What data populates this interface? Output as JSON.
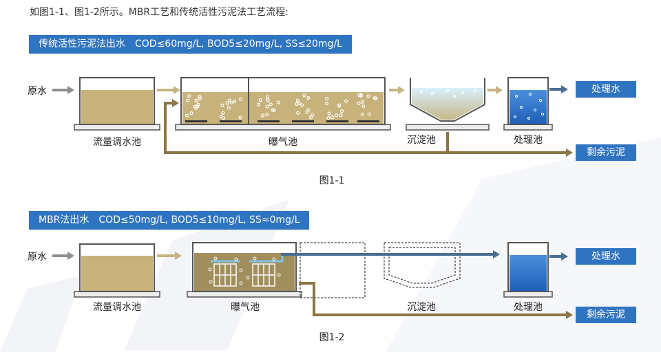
{
  "intro": "如图1-1、图1-2所示。MBR工艺和传统活性污泥法工艺流程:",
  "fig1": {
    "banner": "传统活性污泥法出水　COD≤60mg/L,  BOD5≤20mg/L,  SS≤20mg/L",
    "raw_water": "原水",
    "tank_equalization": "流量调水池",
    "tank_aeration": "曝气池",
    "tank_sedimentation": "沉淀池",
    "tank_treatment": "处理池",
    "out_treated": "处理水",
    "out_sludge": "剩余污泥",
    "caption": "图1-1"
  },
  "fig2": {
    "banner": "MBR法出水　COD≤50mg/L,  BOD5≤10mg/L,  SS≈0mg/L",
    "raw_water": "原水",
    "tank_equalization": "流量调水池",
    "tank_aeration": "曝气池",
    "tank_sedimentation": "沉淀池",
    "tank_treatment": "处理池",
    "out_treated": "处理水",
    "out_sludge": "剩余污泥",
    "caption": "图1-2"
  },
  "colors": {
    "banner_blue": "#2f74c0",
    "sludge_khaki": "#c6b27a",
    "pipe_brown": "#8c7545",
    "water_blue": "#2f6fc9",
    "arrow_grey": "#8e8e8e",
    "arrow_tan": "#c7b383",
    "treated_pipe": "#4a6d92"
  }
}
